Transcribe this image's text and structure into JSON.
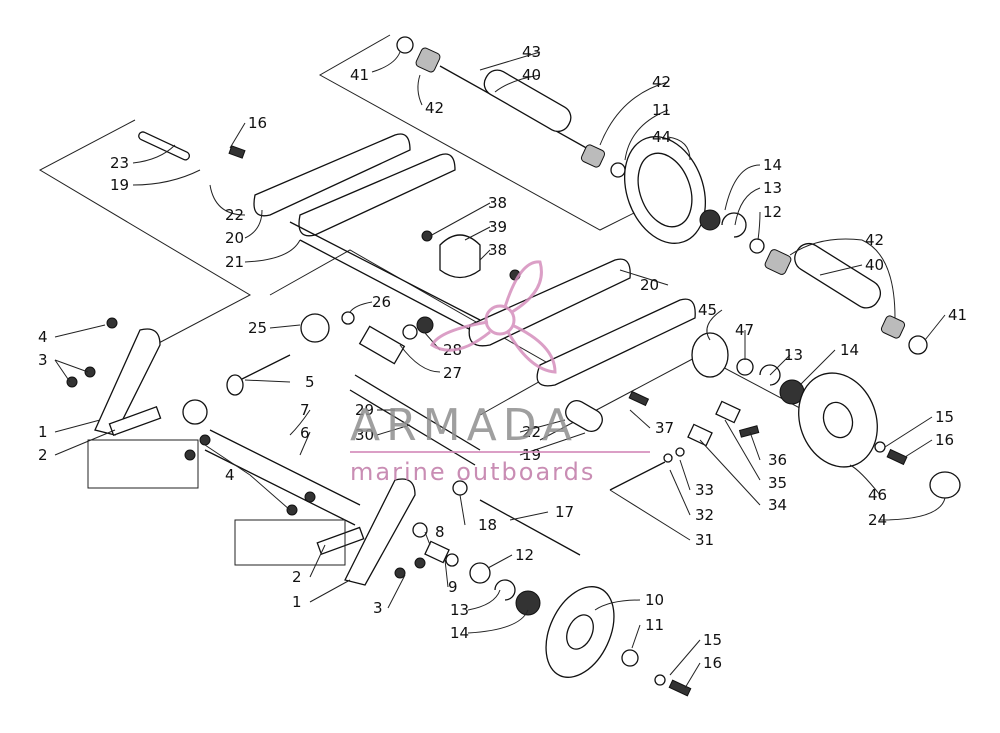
{
  "watermark": {
    "title": "ARMADA",
    "subtitle": "marine outboards",
    "brand_color": "#d58fbd"
  },
  "labels": {
    "l1a": "1",
    "l1b": "1",
    "l2a": "2",
    "l2b": "2",
    "l3a": "3",
    "l3b": "3",
    "l4a": "4",
    "l4b": "4",
    "l5": "5",
    "l6": "6",
    "l7": "7",
    "l8": "8",
    "l9": "9",
    "l10": "10",
    "l11a": "11",
    "l11b": "11",
    "l12a": "12",
    "l12b": "12",
    "l13a": "13",
    "l13b": "13",
    "l13c": "13",
    "l14a": "14",
    "l14b": "14",
    "l14c": "14",
    "l15a": "15",
    "l15b": "15",
    "l16a": "16",
    "l16b": "16",
    "l16c": "16",
    "l17": "17",
    "l18": "18",
    "l19a": "19",
    "l19b": "19",
    "l20a": "20",
    "l20b": "20",
    "l21": "21",
    "l22a": "22",
    "l22b": "22",
    "l23": "23",
    "l24": "24",
    "l25": "25",
    "l26": "26",
    "l27": "27",
    "l28": "28",
    "l29": "29",
    "l30": "30",
    "l31": "31",
    "l32": "32",
    "l33": "33",
    "l34": "34",
    "l35": "35",
    "l36": "36",
    "l37": "37",
    "l38a": "38",
    "l38b": "38",
    "l39": "39",
    "l40a": "40",
    "l40b": "40",
    "l41a": "41",
    "l41b": "41",
    "l42a": "42",
    "l42b": "42",
    "l42c": "42",
    "l43": "43",
    "l44": "44",
    "l45": "45",
    "l46": "46",
    "l47": "47"
  }
}
